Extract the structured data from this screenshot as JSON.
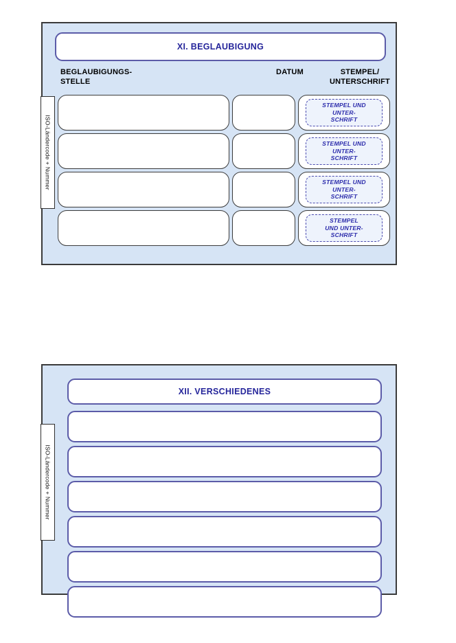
{
  "document": {
    "background_color": "#ffffff",
    "panel_fill": "#d6e4f5",
    "panel_border": "#3a3a3a",
    "accent_blue": "#5b5ba8",
    "title_text_color": "#26269b",
    "stamp_text_color": "#2b2bab"
  },
  "panel_beglaubigung": {
    "title": "XI. BEGLAUBIGUNG",
    "iso_label": "ISO-Ländercode + Nummer",
    "columns": {
      "stelle": "BEGLAUBIGUNGS-\nSTELLE",
      "datum": "DATUM",
      "stempel": "STEMPEL/\nUNTERSCHRIFT"
    },
    "rows": [
      {
        "stelle": "",
        "datum": "",
        "stamp_text": "STEMPEL UND\nUNTER-\nSCHRIFT"
      },
      {
        "stelle": "",
        "datum": "",
        "stamp_text": "STEMPEL UND\nUNTER-\nSCHRIFT"
      },
      {
        "stelle": "",
        "datum": "",
        "stamp_text": "STEMPEL UND\nUNTER-\nSCHRIFT"
      },
      {
        "stelle": "",
        "datum": "",
        "stamp_text": "STEMPEL\nUND UNTER-\nSCHRIFT"
      }
    ]
  },
  "panel_verschiedenes": {
    "title": "XII. VERSCHIEDENES",
    "iso_label": "ISO-Ländercode + Nummer",
    "rows": [
      "",
      "",
      "",
      "",
      "",
      ""
    ]
  }
}
